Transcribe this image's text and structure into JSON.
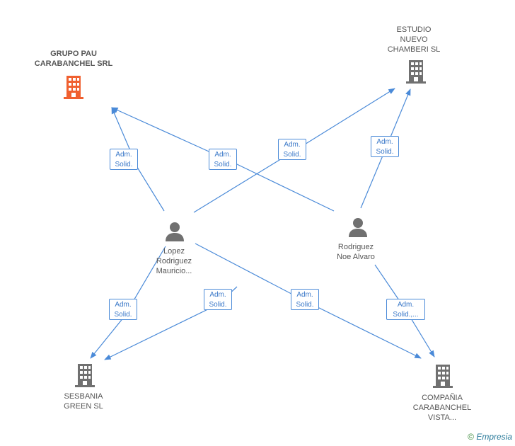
{
  "colors": {
    "edge": "#4a8ad8",
    "company_icon": "#707070",
    "company_icon_highlight": "#f06030",
    "person_icon": "#707070"
  },
  "nodes": {
    "grupo_pau": {
      "label": "GRUPO PAU\nCARABANCHEL SRL",
      "type": "company",
      "highlight": true
    },
    "estudio_nuevo": {
      "label": "ESTUDIO\nNUEVO\nCHAMBERI  SL",
      "type": "company"
    },
    "lopez": {
      "label": "Lopez\nRodriguez\nMauricio...",
      "type": "person"
    },
    "rodriguez": {
      "label": "Rodriguez\nNoe Alvaro",
      "type": "person"
    },
    "sesbania": {
      "label": "SESBANIA\nGREEN  SL",
      "type": "company"
    },
    "compania": {
      "label": "COMPAÑIA\nCARABANCHEL\nVISTA...",
      "type": "company"
    }
  },
  "relations": [
    {
      "from": "lopez",
      "to": "grupo_pau",
      "label": "Adm.\nSolid."
    },
    {
      "from": "rodriguez",
      "to": "grupo_pau",
      "label": "Adm.\nSolid."
    },
    {
      "from": "lopez",
      "to": "estudio_nuevo",
      "label": "Adm.\nSolid."
    },
    {
      "from": "rodriguez",
      "to": "estudio_nuevo",
      "label": "Adm.\nSolid."
    },
    {
      "from": "lopez",
      "to": "sesbania",
      "label": "Adm.\nSolid."
    },
    {
      "from": "rodriguez",
      "to": "sesbania",
      "label": "Adm.\nSolid."
    },
    {
      "from": "lopez",
      "to": "compania",
      "label": "Adm.\nSolid."
    },
    {
      "from": "rodriguez",
      "to": "compania",
      "label": "Adm.\nSolid.,..."
    }
  ],
  "footer": {
    "copyright": "©",
    "brand": "Empresia"
  }
}
